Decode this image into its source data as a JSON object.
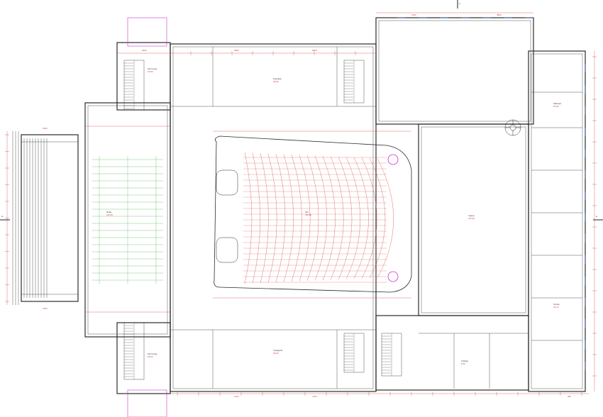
{
  "drawing": {
    "type": "architectural floor plan (theatre / auditorium)",
    "colors": {
      "wall": "#2b2b2b",
      "dimension": "#d32f2f",
      "hatch": "#4caf50",
      "seating": "#e05050",
      "accent": "#cc33cc",
      "window": "#3a6ea5"
    },
    "section_marks": {
      "top": "1",
      "left": "A",
      "right": "A"
    },
    "room_labels": [
      {
        "text": "Фойе",
        "value": "120,30"
      },
      {
        "text": "Зал",
        "value": "392,80"
      },
      {
        "text": "Сцена",
        "value": "215,40"
      },
      {
        "text": "Лестница",
        "value": "22,50"
      },
      {
        "text": "Лестница",
        "value": "22,50"
      },
      {
        "text": "Коридор",
        "value": "48,60"
      },
      {
        "text": "Гардероб",
        "value": "36,20"
      },
      {
        "text": "Кабинет",
        "value": "18,40"
      },
      {
        "text": "Склад",
        "value": "24,10"
      },
      {
        "text": "Тамбур",
        "value": "8,20"
      }
    ],
    "dimension_values": [
      "2400",
      "3600",
      "6000",
      "1200",
      "4800",
      "3000",
      "2700",
      "1500",
      "7200",
      "900"
    ]
  }
}
